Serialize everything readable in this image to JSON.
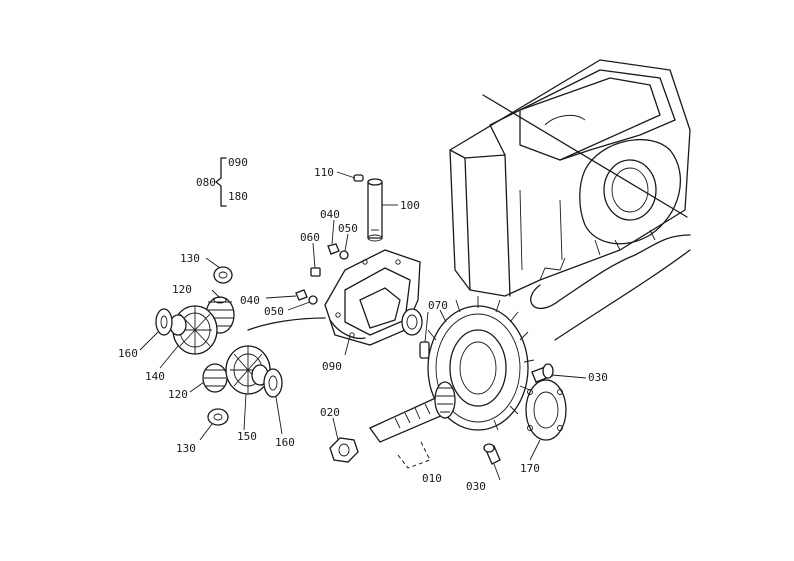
{
  "labels": {
    "l080": "080",
    "l090_bracket": "090",
    "l180": "180",
    "l110": "110",
    "l100": "100",
    "l040_top": "040",
    "l050_top": "050",
    "l060": "060",
    "l130_top": "130",
    "l120_top": "120",
    "l040_left": "040",
    "l050_left": "050",
    "l070": "070",
    "l090": "090",
    "l160_left": "160",
    "l140": "140",
    "l120_bottom": "120",
    "l130_bottom": "130",
    "l150": "150",
    "l160_right": "160",
    "l020": "020",
    "l010": "010",
    "l030_bottom": "030",
    "l030_right": "030",
    "l170": "170"
  }
}
